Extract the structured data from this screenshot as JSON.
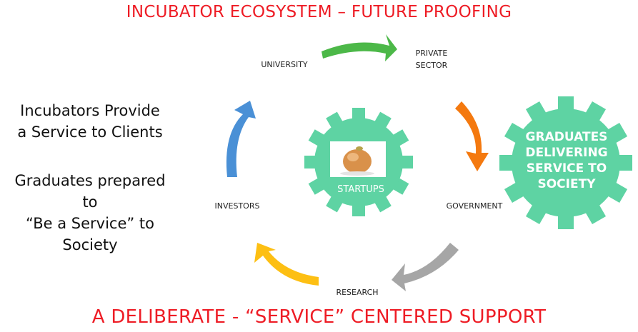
{
  "title_top": "INCUBATOR ECOSYSTEM –  FUTURE PROOFING",
  "title_bottom": "A DELIBERATE - “SERVICE” CENTERED SUPPORT",
  "left_text": {
    "block1": [
      "Incubators  Provide",
      "a Service to Clients"
    ],
    "block2": [
      "Graduates  prepared",
      "to",
      "“Be a Service” to",
      "Society"
    ]
  },
  "nodes": {
    "university": "UNIVERSITY",
    "private_sector": [
      "PRIVATE",
      "SECTOR"
    ],
    "government": "GOVERNMENT",
    "research": "RESEARCH",
    "investors": "INVESTORS"
  },
  "gears": {
    "startups": "STARTUPS",
    "graduates": [
      "GRADUATES",
      "DELIVERING",
      "SERVICE TO",
      "SOCIETY"
    ]
  },
  "colors": {
    "title": "#ee1c25",
    "gear": "#5ed3a3",
    "arrow_green": "#4cb848",
    "arrow_orange": "#f4790f",
    "arrow_gray": "#a6a6a6",
    "arrow_yellow": "#fdbf13",
    "arrow_blue": "#4a90d6"
  },
  "icons": [
    "egg-image"
  ]
}
